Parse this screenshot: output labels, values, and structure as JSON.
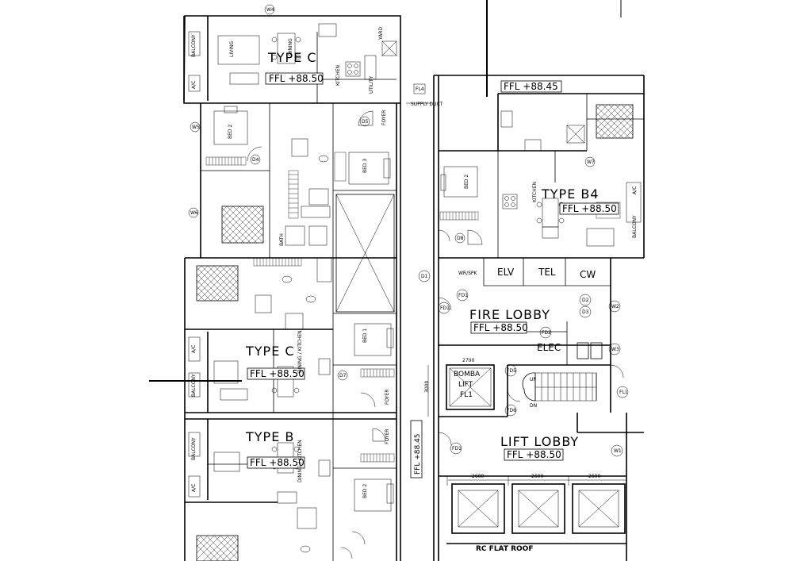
{
  "units": [
    {
      "key": "type_c",
      "title": "TYPE C",
      "level": "FFL +88.50"
    },
    {
      "key": "type_b4",
      "title": "TYPE B4",
      "level": "FFL +88.50"
    },
    {
      "key": "type_middle",
      "title": "TYPE C",
      "level": "FFL +88.50"
    },
    {
      "key": "type_b",
      "title": "TYPE B",
      "level": "FFL +88.50"
    }
  ],
  "levels": {
    "top_right": "FFL +88.45",
    "vertical": "FFL +88.45",
    "fire_lobby": "FFL +88.50",
    "lift_lobby": "FFL +88.50"
  },
  "rooms": {
    "elv": "ELV",
    "tel": "TEL",
    "cw": "CW",
    "elec": "ELEC",
    "fire_lobby": "FIRE LOBBY",
    "lift_lobby": "LIFT LOBBY",
    "rc_roof": "RC FLAT ROOF",
    "bomba_1": "BOMBA",
    "bomba_2": "LIFT",
    "bomba_3": "FL1",
    "wr_spk": "WR/SPK",
    "living": "LIVING",
    "dining": "DINING",
    "kitchen": "KITCHEN",
    "utility": "UTILITY",
    "yard": "YARD",
    "foyer": "FOYER",
    "bed1": "BED 1",
    "bed2": "BED 2",
    "bed3": "BED 3",
    "bath": "BATH",
    "balcony": "BALCONY",
    "ac": "A/C",
    "dining_kitchen": "DINING / KITCHEN",
    "supply_duct": "SUPPLY DUCT"
  },
  "stair": {
    "up": "UP",
    "dn": "DN"
  },
  "dimensions": {
    "d1": "2700",
    "d2": "3000",
    "d3": "2600",
    "d4": "2600",
    "d5": "2600"
  },
  "tags": {
    "d1": "D1",
    "d2": "D2",
    "d3": "D3",
    "fd1": "FD1",
    "fd2": "FD2",
    "fd5": "FD5",
    "fd6": "FD6",
    "w1": "W1",
    "w2": "W2",
    "w3": "W3",
    "fl1": "FL1",
    "fl4": "FL4",
    "fd1b": "FD1",
    "fd1c": "FD1",
    "d4": "D4",
    "d5": "D5",
    "w4": "W4",
    "w5": "W5",
    "w6": "W6",
    "d7": "D7",
    "d8": "D8",
    "w7": "W7"
  }
}
